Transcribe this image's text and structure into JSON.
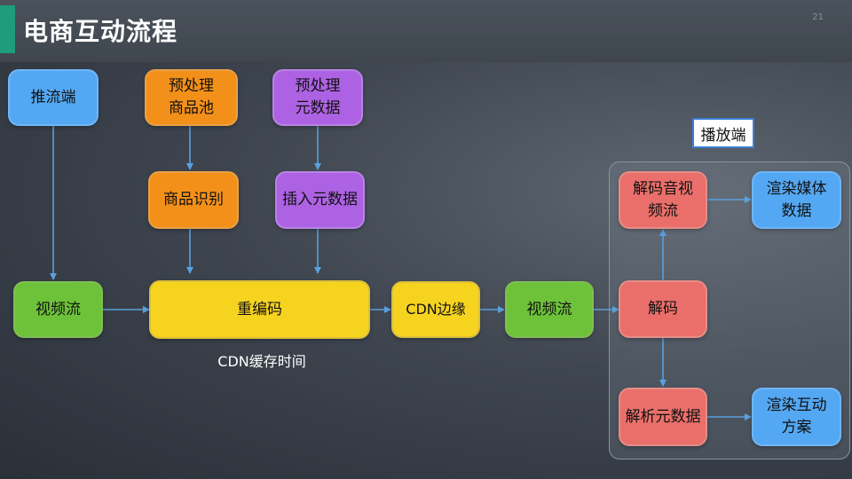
{
  "header": {
    "title": "电商互动流程",
    "page_number": "21"
  },
  "nodes": {
    "push_end": "推流端",
    "preprocess_product_pool": "预处理\n商品池",
    "preprocess_metadata": "预处理\n元数据",
    "product_recognition": "商品识别",
    "insert_metadata": "插入元数据",
    "video_stream_1": "视频流",
    "re_encode": "重编码",
    "cdn_edge": "CDN边缘",
    "video_stream_2": "视频流",
    "decode": "解码",
    "decode_av_stream": "解码音视\n频流",
    "render_media_data": "渲染媒体\n数据",
    "parse_metadata": "解析元数据",
    "render_interaction": "渲染互动\n方案"
  },
  "labels": {
    "player_end": "播放端",
    "cdn_cache_time": "CDN缓存时间"
  },
  "colors": {
    "blue": "#54a8f3",
    "orange": "#f39019",
    "purple": "#ad62e3",
    "green": "#6ec23a",
    "yellow": "#f6d31f",
    "red": "#ea6f6a",
    "arrow": "#5aa0dc",
    "title_accent": "#1e9c7c"
  }
}
